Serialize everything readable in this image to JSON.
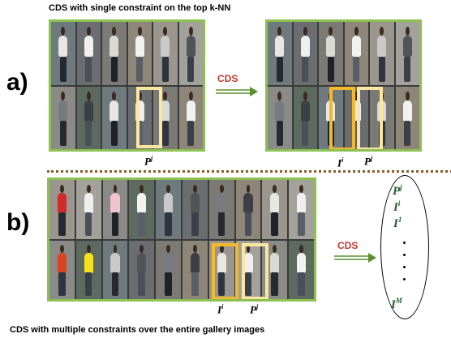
{
  "top_caption": "CDS with single constraint on the top k-NN",
  "bottom_caption": "CDS with multiple constraints over the entire gallery images",
  "section_a": "a)",
  "section_b": "b)",
  "arrow_label": "CDS",
  "colors": {
    "gallery_border": "#8cc152",
    "probe_box": "#fbe6a0",
    "query_box": "#f3b82b",
    "arrow": "#5a8f2e",
    "cds_text": "#c0392b",
    "divider": "#8a5a2b",
    "list_text": "#1f5e2c"
  },
  "panel_a_left": {
    "probe_label": {
      "base": "P",
      "sup": "j"
    }
  },
  "panel_a_right": {
    "query_label": {
      "base": "I",
      "sup": "i"
    },
    "probe_label": {
      "base": "P",
      "sup": "j"
    }
  },
  "panel_b": {
    "query_label": {
      "base": "I",
      "sup": "i"
    },
    "probe_label": {
      "base": "P",
      "sup": "j"
    }
  },
  "ranked_list": [
    {
      "base": "P",
      "sup": "j"
    },
    {
      "base": "I",
      "sup": "i"
    },
    {
      "base": "I",
      "sup": "1"
    },
    {
      "base": "I",
      "sup": "M"
    }
  ]
}
